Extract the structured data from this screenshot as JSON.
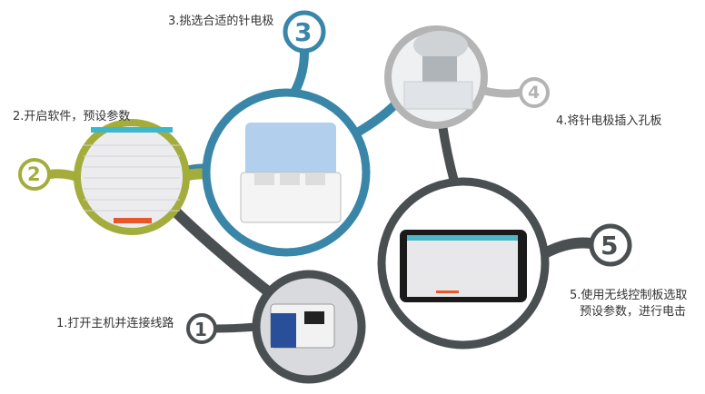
{
  "steps": [
    {
      "number": "1",
      "label": "1.打开主机并连接线路",
      "color": "#4a4f52"
    },
    {
      "number": "2",
      "label": "2.开启软件，预设参数",
      "color": "#a3ad3c"
    },
    {
      "number": "3",
      "label": "3.挑选合适的针电极",
      "color": "#3a86a8"
    },
    {
      "number": "4",
      "label": "4.将针电极插入孔板",
      "color": "#b4b4b4"
    },
    {
      "number": "5",
      "label_line1": "5.使用无线控制板选取",
      "label_line2": "预设参数，进行电击",
      "color": "#4a4f52"
    }
  ]
}
